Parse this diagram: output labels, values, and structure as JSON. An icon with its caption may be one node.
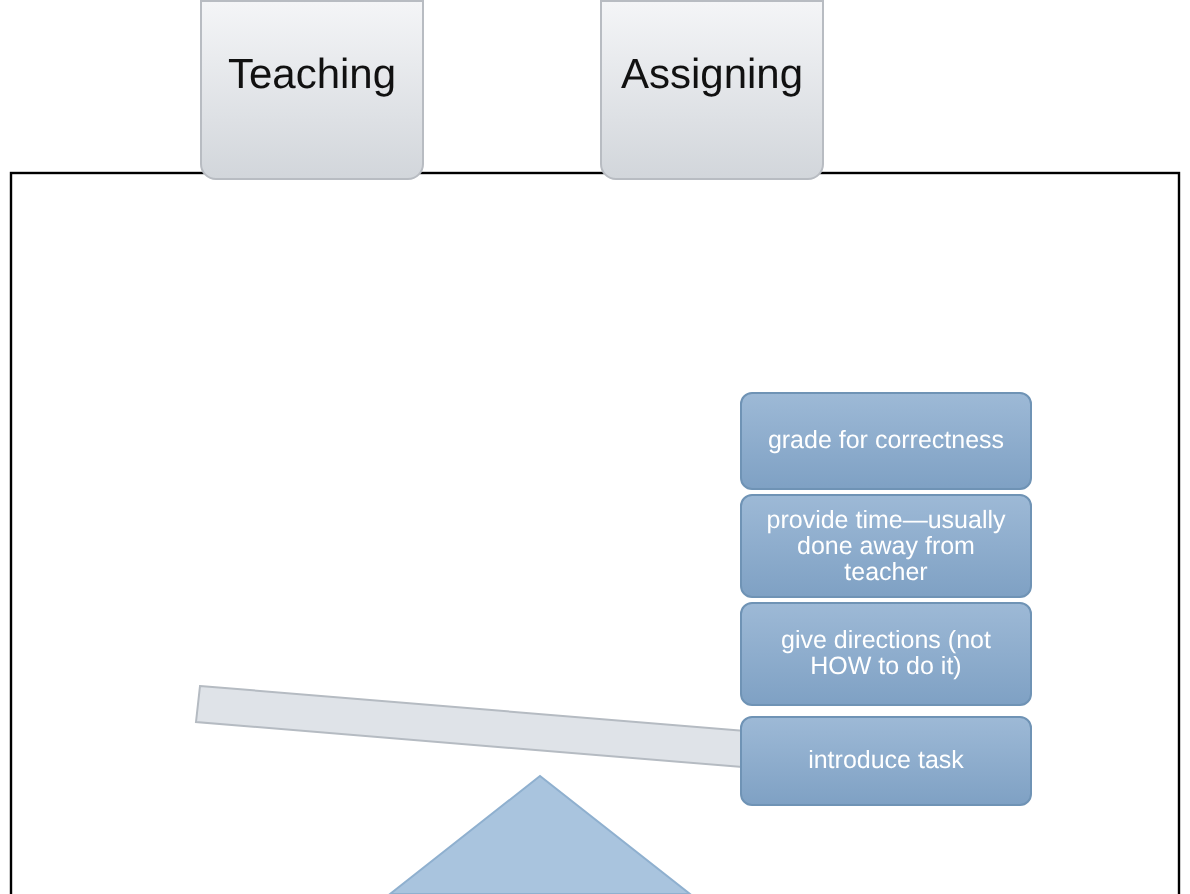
{
  "diagram": {
    "nodes": [
      {
        "text": [
          "Teaching"
        ]
      },
      {
        "text": [
          "Assigning"
        ]
      },
      {
        "text": [
          "grade for correctness"
        ]
      },
      {
        "text": [
          "provide time—usually done away from teacher"
        ]
      },
      {
        "text": [
          "give directions (not HOW to do it)"
        ]
      },
      {
        "text": [
          "introduce task"
        ]
      }
    ],
    "edges": []
  }
}
